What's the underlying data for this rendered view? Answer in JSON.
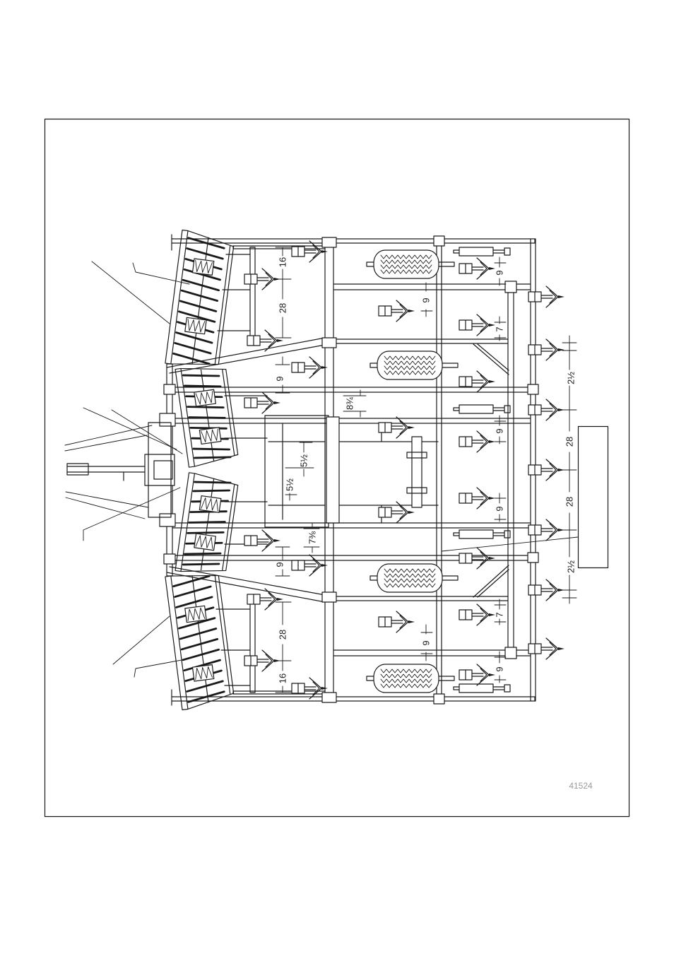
{
  "figure_number": "41524",
  "dimensions": [
    "16",
    "28",
    "9",
    "9",
    "28",
    "16",
    "8¾",
    "5½",
    "5½",
    "7⅜",
    "9",
    "9",
    "9",
    "7",
    "9",
    "9",
    "7",
    "9",
    "2½",
    "28",
    "28",
    "2½"
  ]
}
